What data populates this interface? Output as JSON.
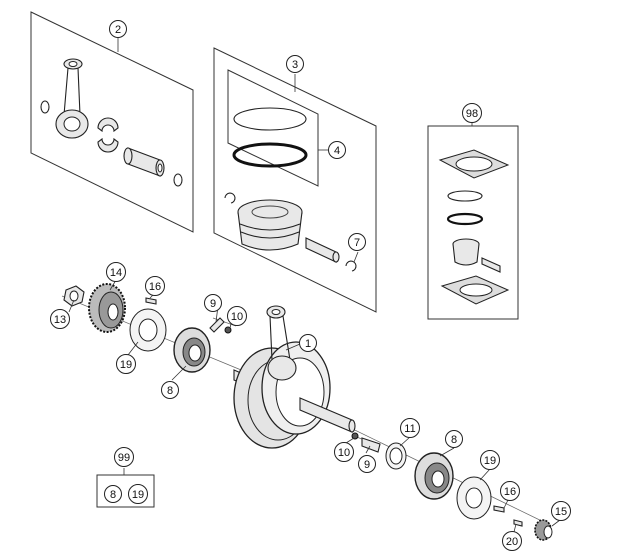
{
  "diagram": {
    "callouts": [
      {
        "id": "c2",
        "label": "2"
      },
      {
        "id": "c3",
        "label": "3"
      },
      {
        "id": "c4",
        "label": "4"
      },
      {
        "id": "c7",
        "label": "7"
      },
      {
        "id": "c98",
        "label": "98"
      },
      {
        "id": "c14",
        "label": "14"
      },
      {
        "id": "c16a",
        "label": "16"
      },
      {
        "id": "c13",
        "label": "13"
      },
      {
        "id": "c9a",
        "label": "9"
      },
      {
        "id": "c10a",
        "label": "10"
      },
      {
        "id": "c1",
        "label": "1"
      },
      {
        "id": "c19a",
        "label": "19"
      },
      {
        "id": "c8a",
        "label": "8"
      },
      {
        "id": "c11",
        "label": "11"
      },
      {
        "id": "c8b",
        "label": "8"
      },
      {
        "id": "c10b",
        "label": "10"
      },
      {
        "id": "c9b",
        "label": "9"
      },
      {
        "id": "c19b",
        "label": "19"
      },
      {
        "id": "c16b",
        "label": "16"
      },
      {
        "id": "c15",
        "label": "15"
      },
      {
        "id": "c20",
        "label": "20"
      },
      {
        "id": "c99",
        "label": "99"
      },
      {
        "id": "c8c",
        "label": "8"
      },
      {
        "id": "c19c",
        "label": "19"
      }
    ]
  }
}
